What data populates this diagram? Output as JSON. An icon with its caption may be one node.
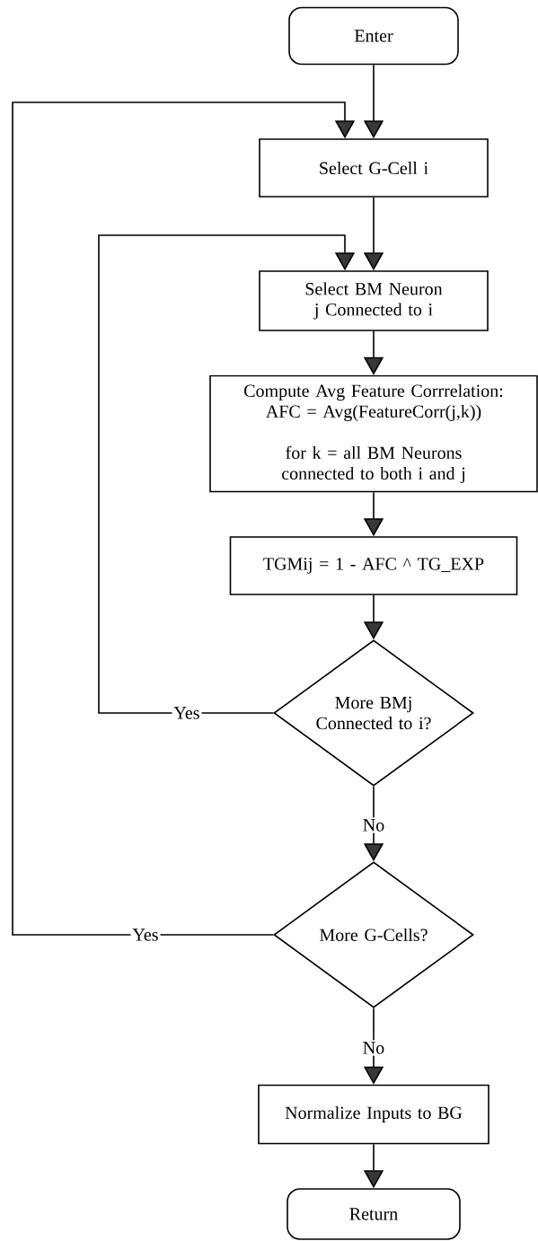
{
  "diagram": {
    "nodes": [
      {
        "text": [
          "Enter"
        ]
      },
      {
        "text": [
          "Select G-Cell i"
        ]
      },
      {
        "text": [
          "Select BM Neuron j Connected to i"
        ]
      },
      {
        "text": [
          "Compute Avg Feature Corrrelation: AFC = Avg(FeatureCorr(j,k))",
          "for k = all BM Neurons connected to both i and j"
        ]
      },
      {
        "text": [
          "TGMij = 1 - AFC ^ TG_EXP"
        ]
      },
      {
        "text": [
          "More BMj Connected to i?"
        ]
      },
      {
        "text": [
          "More G-Cells?"
        ]
      },
      {
        "text": [
          "Normalize Inputs to BG"
        ]
      },
      {
        "text": [
          "Return"
        ]
      }
    ],
    "edges": [
      {
        "from": 0,
        "to": 1,
        "arrow": "to"
      },
      {
        "from": 1,
        "to": 2,
        "arrow": "to"
      },
      {
        "from": 2,
        "to": 3,
        "arrow": "to"
      },
      {
        "from": 3,
        "to": 4,
        "arrow": "to"
      },
      {
        "from": 4,
        "to": 5,
        "arrow": "to"
      },
      {
        "from": 5,
        "to": 2,
        "arrow": "to",
        "label": "Yes"
      },
      {
        "from": 5,
        "to": 6,
        "arrow": "to",
        "label": "No"
      },
      {
        "from": 6,
        "to": 1,
        "arrow": "to",
        "label": "Yes"
      },
      {
        "from": 6,
        "to": 7,
        "arrow": "to",
        "label": "No"
      },
      {
        "from": 7,
        "to": 8,
        "arrow": "to"
      }
    ]
  }
}
